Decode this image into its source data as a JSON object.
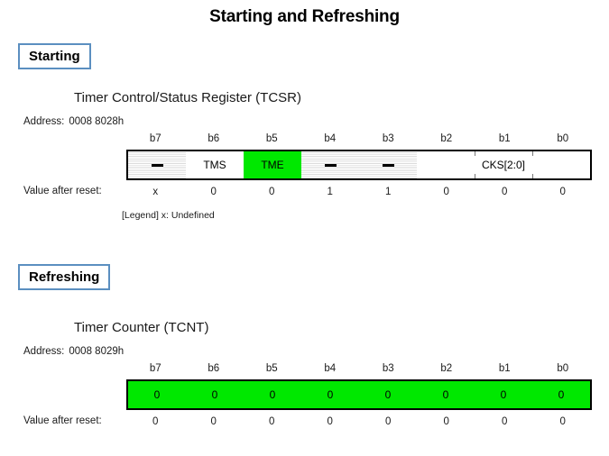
{
  "slide": {
    "title": "Starting and Refreshing"
  },
  "sections": [
    {
      "id": "starting",
      "label": "Starting"
    },
    {
      "id": "refreshing",
      "label": "Refreshing"
    }
  ],
  "registers": [
    {
      "id": "tcsr",
      "name": "Timer Control/Status Register (TCSR)",
      "address_label": "Address:",
      "address_value": "0008 8028h",
      "bit_labels": [
        "b7",
        "b6",
        "b5",
        "b4",
        "b3",
        "b2",
        "b1",
        "b0"
      ],
      "fields": [
        {
          "label": "—",
          "span": 1,
          "style": "reserved",
          "is_dash": true
        },
        {
          "label": "TMS",
          "span": 1,
          "style": "normal",
          "is_dash": false
        },
        {
          "label": "TME",
          "span": 1,
          "style": "green",
          "is_dash": false
        },
        {
          "label": "—",
          "span": 1,
          "style": "reserved",
          "is_dash": true
        },
        {
          "label": "—",
          "span": 1,
          "style": "reserved",
          "is_dash": true
        },
        {
          "label": "CKS[2:0]",
          "span": 3,
          "style": "normal",
          "is_dash": false
        }
      ],
      "reset_label": "Value after reset:",
      "reset_values": [
        "x",
        "0",
        "0",
        "1",
        "1",
        "0",
        "0",
        "0"
      ],
      "legend": "[Legend] x: Undefined"
    },
    {
      "id": "tcnt",
      "name": "Timer Counter (TCNT)",
      "address_label": "Address:",
      "address_value": "0008 8029h",
      "bit_labels": [
        "b7",
        "b6",
        "b5",
        "b4",
        "b3",
        "b2",
        "b1",
        "b0"
      ],
      "fields": [
        {
          "label": "0",
          "span": 1,
          "style": "green",
          "is_dash": false
        },
        {
          "label": "0",
          "span": 1,
          "style": "green",
          "is_dash": false
        },
        {
          "label": "0",
          "span": 1,
          "style": "green",
          "is_dash": false
        },
        {
          "label": "0",
          "span": 1,
          "style": "green",
          "is_dash": false
        },
        {
          "label": "0",
          "span": 1,
          "style": "green",
          "is_dash": false
        },
        {
          "label": "0",
          "span": 1,
          "style": "green",
          "is_dash": false
        },
        {
          "label": "0",
          "span": 1,
          "style": "green",
          "is_dash": false
        },
        {
          "label": "0",
          "span": 1,
          "style": "green",
          "is_dash": false
        }
      ],
      "reset_label": "Value after reset:",
      "reset_values": [
        "0",
        "0",
        "0",
        "0",
        "0",
        "0",
        "0",
        "0"
      ],
      "legend": ""
    }
  ],
  "colors": {
    "highlight_green": "#00E800",
    "section_border_blue": "#5B8FC0",
    "reserved_gray": "#E8E8E8",
    "text_black": "#000000",
    "background": "#FFFFFF"
  }
}
